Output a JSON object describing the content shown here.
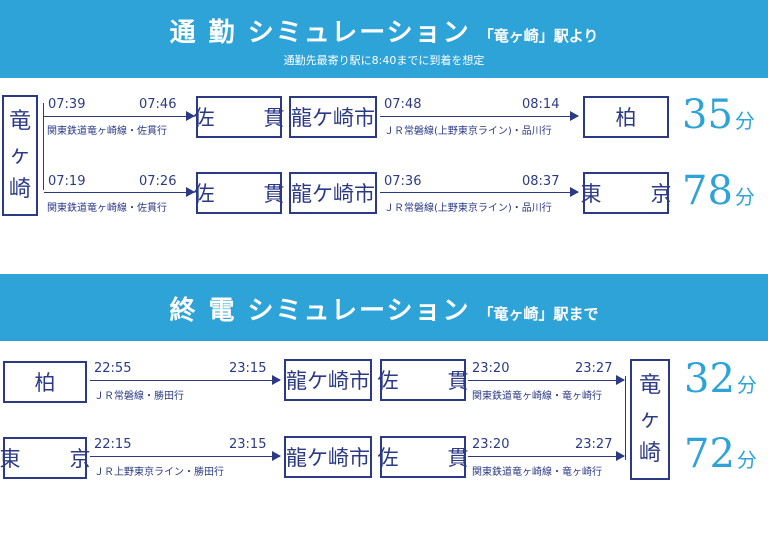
{
  "commute": {
    "title": "通 勤 シミュレーション",
    "subtitle": "「竜ヶ崎」駅より",
    "note": "通勤先最寄り駅に8:40までに到着を想定",
    "origin": [
      "竜",
      "ヶ",
      "崎"
    ],
    "routes": [
      {
        "leg1": {
          "depart": "07:39",
          "arrive": "07:46",
          "line": "関東鉄道竜ヶ崎線・佐貫行"
        },
        "transfer_from": "佐　貫",
        "transfer_to": "龍ケ崎市",
        "leg2": {
          "depart": "07:48",
          "arrive": "08:14",
          "line": "ＪＲ常磐線(上野東京ライン)・品川行"
        },
        "destination": "柏",
        "duration": "35",
        "unit": "分"
      },
      {
        "leg1": {
          "depart": "07:19",
          "arrive": "07:26",
          "line": "関東鉄道竜ヶ崎線・佐貫行"
        },
        "transfer_from": "佐　貫",
        "transfer_to": "龍ケ崎市",
        "leg2": {
          "depart": "07:36",
          "arrive": "08:37",
          "line": "ＪＲ常磐線(上野東京ライン)・品川行"
        },
        "destination": "東　京",
        "duration": "78",
        "unit": "分"
      }
    ]
  },
  "last_train": {
    "title": "終 電 シミュレーション",
    "subtitle": "「竜ヶ崎」駅まで",
    "destination": [
      "竜",
      "ヶ",
      "崎"
    ],
    "routes": [
      {
        "origin": "柏",
        "leg1": {
          "depart": "22:55",
          "arrive": "23:15",
          "line": "ＪＲ常磐線・勝田行"
        },
        "transfer_from": "龍ケ崎市",
        "transfer_to": "佐　貫",
        "leg2": {
          "depart": "23:20",
          "arrive": "23:27",
          "line": "関東鉄道竜ヶ崎線・竜ヶ崎行"
        },
        "duration": "32",
        "unit": "分"
      },
      {
        "origin": "東　京",
        "leg1": {
          "depart": "22:15",
          "arrive": "23:15",
          "line": "ＪＲ上野東京ライン・勝田行"
        },
        "transfer_from": "龍ケ崎市",
        "transfer_to": "佐　貫",
        "leg2": {
          "depart": "23:20",
          "arrive": "23:27",
          "line": "関東鉄道竜ヶ崎線・竜ヶ崎行"
        },
        "duration": "72",
        "unit": "分"
      }
    ]
  },
  "colors": {
    "accent": "#2ea3d8",
    "navy": "#2c3a85"
  }
}
